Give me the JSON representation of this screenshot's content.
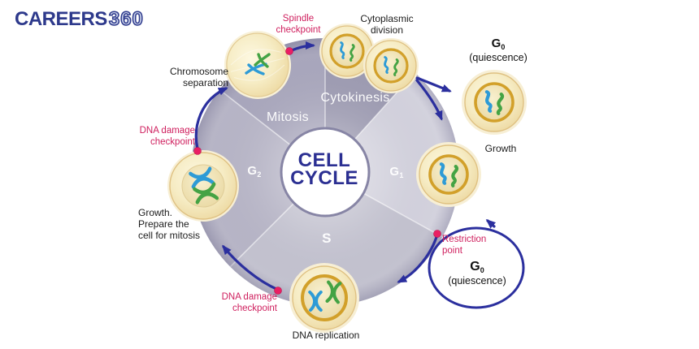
{
  "logo": {
    "brand": "CAREERS",
    "suffix": "360"
  },
  "center": {
    "line1": "CELL",
    "line2": "CYCLE"
  },
  "phases": {
    "mitosis": "Mitosis",
    "cytokinesis": "Cytokinesis",
    "g1": {
      "base": "G",
      "sub": "1"
    },
    "g2": {
      "base": "G",
      "sub": "2"
    },
    "s": "S"
  },
  "labels": {
    "spindle_checkpoint": {
      "line1": "Spindle",
      "line2": "checkpoint"
    },
    "cytoplasmic_division": {
      "line1": "Cytoplasmic",
      "line2": "division"
    },
    "chromosome_separation": {
      "line1": "Chromosome",
      "line2": "separation"
    },
    "g0_top": {
      "base": "G",
      "sub": "0",
      "caption": "(quiescence)"
    },
    "growth": "Growth",
    "restriction_point": {
      "line1": "Restriction",
      "line2": "point"
    },
    "g0_loop": {
      "base": "G",
      "sub": "0",
      "caption": "(quiescence)"
    },
    "dna_replication": "DNA replication",
    "dna_damage_bottom": {
      "line1": "DNA damage",
      "line2": "checkpoint"
    },
    "growth_prepare": {
      "line1": "Growth.",
      "line2": "Prepare the",
      "line3": "cell for mitosis"
    },
    "dna_damage_left": {
      "line1": "DNA damage",
      "line2": "checkpoint"
    }
  },
  "colors": {
    "brand_navy": "#2e3a8c",
    "title_blue": "#2b2f92",
    "checkpoint_pink": "#cf1f5e",
    "dot_pink": "#ea1f63",
    "arrow_blue": "#2b2f9e",
    "segment_mitosis": "#a9a7bc",
    "segment_cytokinesis": "#9d9bb1",
    "segment_g1": "#d3d2dd",
    "segment_s": "#c3c2cf",
    "segment_g2": "#b7b5c6",
    "chromosome_blue": "#2e9bd6",
    "chromosome_green": "#44a344"
  }
}
